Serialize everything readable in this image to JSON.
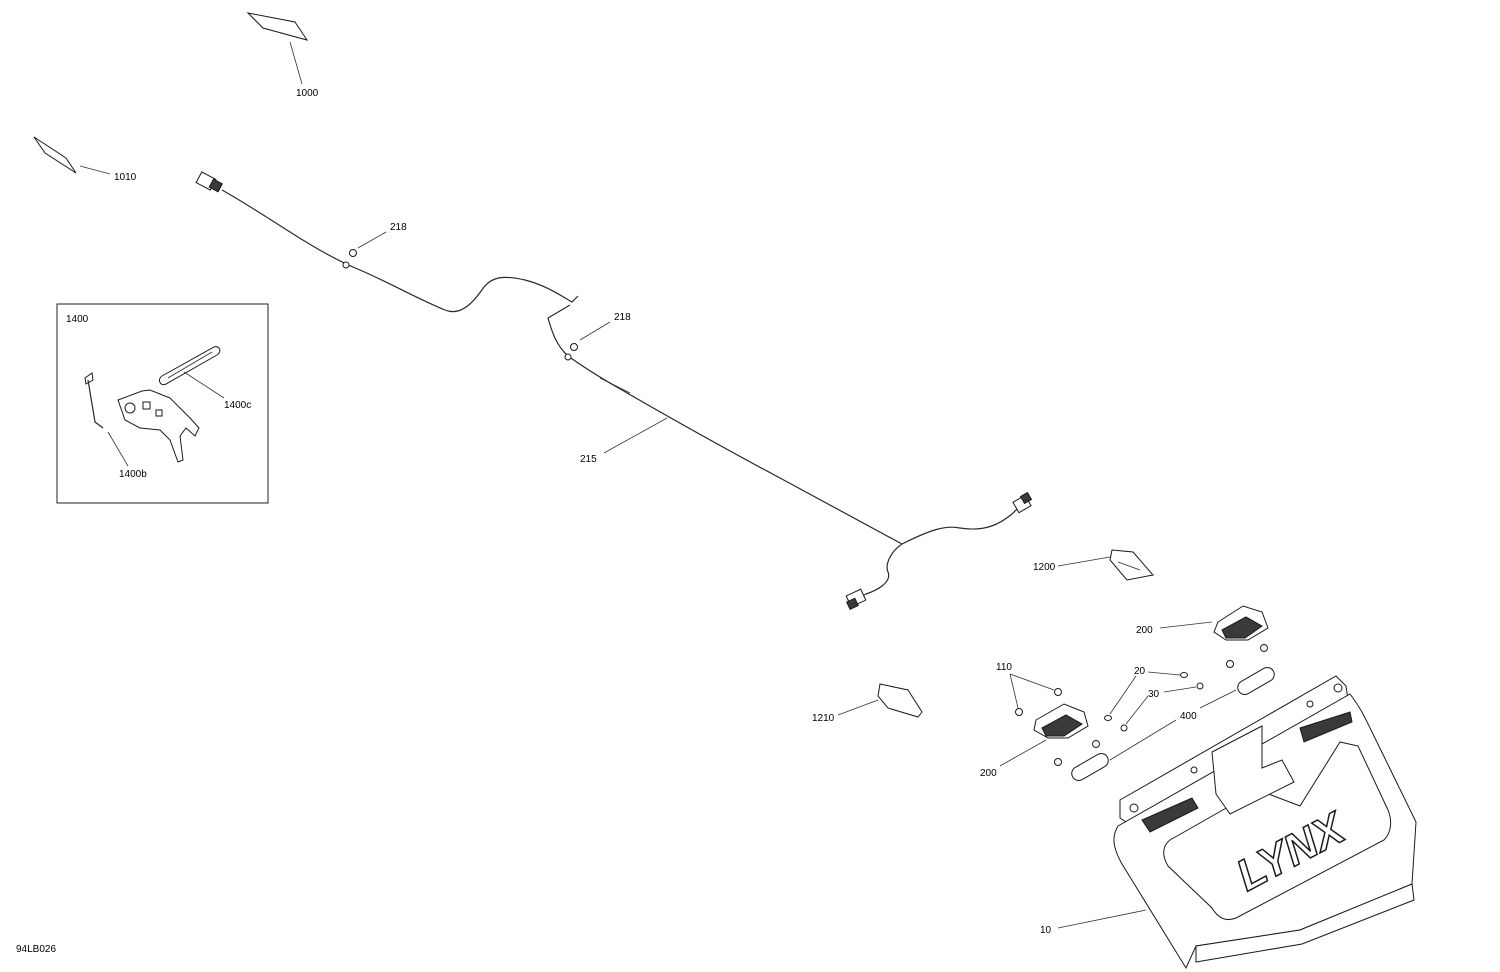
{
  "diagram_code": "94LB026",
  "callouts": {
    "c1000": "1000",
    "c1010": "1010",
    "c218a": "218",
    "c218b": "218",
    "c215": "215",
    "c1400": "1400",
    "c1400b": "1400b",
    "c1400c": "1400c",
    "c1200": "1200",
    "c200a": "200",
    "c200b": "200",
    "c110": "110",
    "c20": "20",
    "c30": "30",
    "c400": "400",
    "c1210": "1210",
    "c10": "10"
  },
  "logo_text": "LYNX"
}
